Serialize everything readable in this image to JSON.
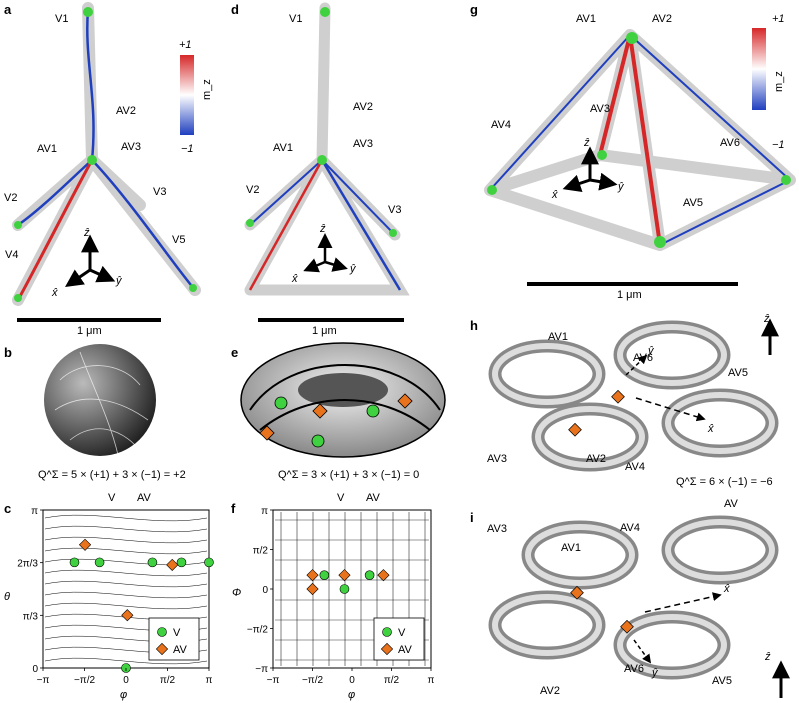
{
  "figure": {
    "panels": {
      "a": {
        "letter": "a",
        "labels": [
          "V1",
          "AV2",
          "AV1",
          "AV3",
          "V2",
          "V3",
          "V4",
          "V5"
        ],
        "scale_bar": "1 μm"
      },
      "b": {
        "letter": "b",
        "charge_formula": "Q^Σ = 5 × (+1) + 3 × (−1) = +2",
        "under_plus": "V",
        "under_minus": "AV"
      },
      "c": {
        "letter": "c",
        "xlabel": "φ",
        "ylabel": "θ",
        "xticks": [
          "−π",
          "−π/2",
          "0",
          "π/2",
          "π"
        ],
        "yticks": [
          "0",
          "π/3",
          "2π/3",
          "π"
        ],
        "legend": [
          "V",
          "AV"
        ]
      },
      "d": {
        "letter": "d",
        "labels": [
          "V1",
          "AV2",
          "AV1",
          "AV3",
          "V2",
          "V3"
        ],
        "scale_bar": "1 μm"
      },
      "e": {
        "letter": "e",
        "charge_formula": "Q^Σ = 3 × (+1) + 3 × (−1) = 0",
        "under_plus": "V",
        "under_minus": "AV"
      },
      "f": {
        "letter": "f",
        "xlabel": "φ",
        "ylabel": "Φ",
        "xticks": [
          "−π",
          "−π/2",
          "0",
          "π/2",
          "π"
        ],
        "yticks": [
          "−π",
          "−π/2",
          "0",
          "π/2",
          "π"
        ],
        "legend": [
          "V",
          "AV"
        ]
      },
      "g": {
        "letter": "g",
        "labels": [
          "AV1",
          "AV2",
          "AV3",
          "AV4",
          "AV6",
          "AV5"
        ],
        "scale_bar": "1 μm"
      },
      "h": {
        "letter": "h",
        "labels": [
          "AV1",
          "AV6",
          "AV5",
          "AV3",
          "AV2",
          "AV4"
        ],
        "charge_formula": "Q^Σ = 6 × (−1) = −6",
        "under_minus": "AV"
      },
      "i": {
        "letter": "i",
        "labels": [
          "AV3",
          "AV4",
          "AV1",
          "AV2",
          "AV6",
          "AV5"
        ]
      }
    },
    "colorbar": {
      "top": "+1",
      "bottom": "−1",
      "label": "m_z"
    },
    "axes_labels": {
      "x": "x̂",
      "y": "ŷ",
      "z": "ẑ"
    },
    "colors": {
      "red": "#d62728",
      "blue": "#1f3fbf",
      "green": "#3fd13f",
      "orange": "#e8731c",
      "gray": "#bfbfbf"
    },
    "chart_data": [
      {
        "type": "scatter",
        "panel": "c",
        "xlabel": "φ",
        "ylabel": "θ",
        "xlim": [
          -3.1416,
          3.1416
        ],
        "ylim": [
          0,
          3.1416
        ],
        "series": [
          {
            "name": "V",
            "points": [
              [
                -1.95,
                2.1
              ],
              [
                -1.0,
                2.1
              ],
              [
                1.0,
                2.1
              ],
              [
                2.1,
                2.1
              ],
              [
                3.14,
                2.1
              ],
              [
                0,
                0
              ]
            ]
          },
          {
            "name": "AV",
            "points": [
              [
                -1.55,
                2.45
              ],
              [
                0.05,
                1.05
              ],
              [
                1.75,
                2.05
              ]
            ]
          }
        ]
      },
      {
        "type": "scatter",
        "panel": "f",
        "xlabel": "φ",
        "ylabel": "Φ",
        "xlim": [
          -3.1416,
          3.1416
        ],
        "ylim": [
          -3.1416,
          3.1416
        ],
        "series": [
          {
            "name": "V",
            "points": [
              [
                -1.1,
                0.55
              ],
              [
                0.7,
                0.55
              ],
              [
                -0.3,
                0
              ]
            ]
          },
          {
            "name": "AV",
            "points": [
              [
                -1.57,
                0.55
              ],
              [
                -0.3,
                0.55
              ],
              [
                1.25,
                0.55
              ],
              [
                -1.57,
                0
              ]
            ]
          }
        ]
      }
    ]
  }
}
